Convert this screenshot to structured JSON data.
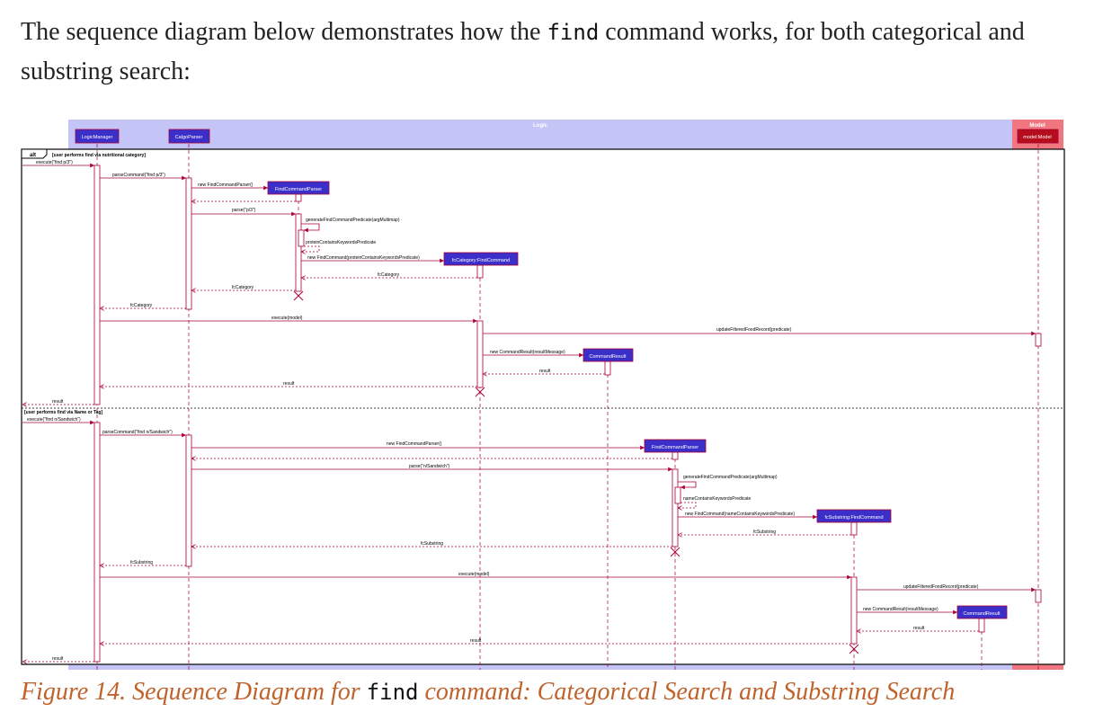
{
  "intro": {
    "before": "The sequence diagram below demonstrates how the ",
    "code": "find",
    "after": " command works, for both categorical and substring search:"
  },
  "caption": {
    "before": "Figure 14. Sequence Diagram for ",
    "code": "find",
    "after": " command: Categorical Search and Substring Search"
  },
  "colors": {
    "logic_box": "#c4c4f6",
    "model_box": "#f07680",
    "participant": "#3b2fc9",
    "model_participant": "#b50d1e",
    "arrow": "#a80036"
  },
  "diagram": {
    "boxes": {
      "logic": "Logic",
      "model": "Model"
    },
    "alt": {
      "keyword": "alt",
      "guard1": "[user performs find via nutritional category]",
      "guard2": "[user performs find via Name or Tag]"
    },
    "participants": {
      "logic_manager": "LogicManager",
      "calgo_parser": "CalgoParser",
      "model": "model:Model",
      "fcp1": "FindCommandParser",
      "fc_category": "fcCategory:FindCommand",
      "cr1": "CommandResult",
      "fcp2": "FindCommandParser",
      "fc_substring": "fcSubstring:FindCommand",
      "cr2": "CommandResult"
    },
    "messages": {
      "m01": "execute(\"find p/3\")",
      "m02": "parseCommand(\"find p/3\")",
      "m03": "new FindCommandParser()",
      "m04": "parse(\"p/3\")",
      "m05": "generateFindCommandPredicate(argMultimap)",
      "m06": "proteinContainsKeywordsPredicate",
      "m07": "new FindCommand(proteinContainsKeywordsPredicate)",
      "m08": "fcCategory",
      "m09": "fcCategory",
      "m10": "fcCategory",
      "m11": "execute(model)",
      "m12": "updateFilteredFoodRecord(predicate)",
      "m13": "new CommandResult(resultMessage)",
      "m14": "result",
      "m15": "result",
      "m16": "result",
      "n01": "execute(\"find n/Sandwich\")",
      "n02": "parseCommand(\"find n/Sandwich\")",
      "n03": "new FindCommandParser()",
      "n04": "parse(\"n/Sandwich\")",
      "n05": "generateFindCommandPredicate(argMultimap)",
      "n06": "nameContainsKeywordsPredicate",
      "n07": "new FindCommand(nameContainsKeywordsPredicate)",
      "n08": "fcSubstring",
      "n09": "fcSubstring",
      "n10": "fcSubstring",
      "n11": "execute(model)",
      "n12": "updateFilteredFoodRecord(predicate)",
      "n13": "new CommandResult(resultMessage)",
      "n14": "result",
      "n15": "result",
      "n16": "result"
    }
  }
}
